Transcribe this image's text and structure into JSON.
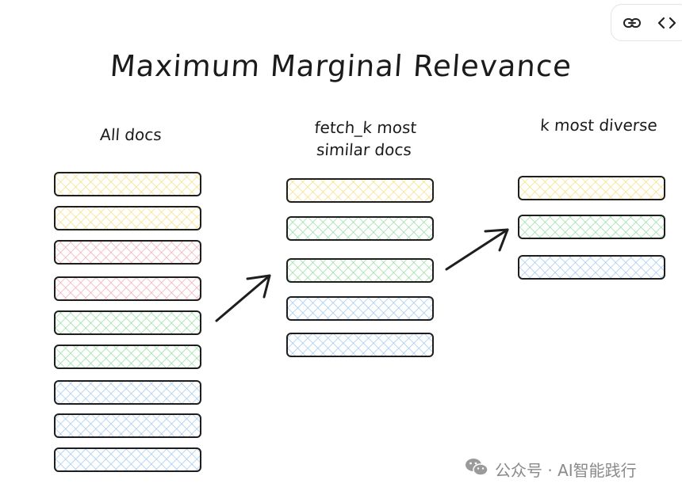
{
  "title": "Maximum Marginal Relevance",
  "columns": [
    {
      "label": "All docs",
      "docs": [
        "yellow",
        "yellow",
        "pink",
        "pink",
        "green",
        "green",
        "blue",
        "blue",
        "blue"
      ]
    },
    {
      "label_lines": [
        "fetch_k most",
        "similar docs"
      ],
      "docs": [
        "yellow",
        "green",
        "green",
        "blue",
        "blue"
      ]
    },
    {
      "label": "k most diverse",
      "docs": [
        "yellow",
        "green",
        "blue"
      ]
    }
  ],
  "colors": {
    "yellow": "#f6dc7a",
    "pink": "#f2a7b0",
    "green": "#8fdc9c",
    "blue": "#9cc6ee",
    "stroke": "#1e1e1e"
  },
  "toolbar": {
    "icons": [
      "link-icon",
      "code-icon"
    ]
  },
  "watermark": {
    "text": "公众号 · AI智能践行",
    "icon": "wechat-icon"
  }
}
